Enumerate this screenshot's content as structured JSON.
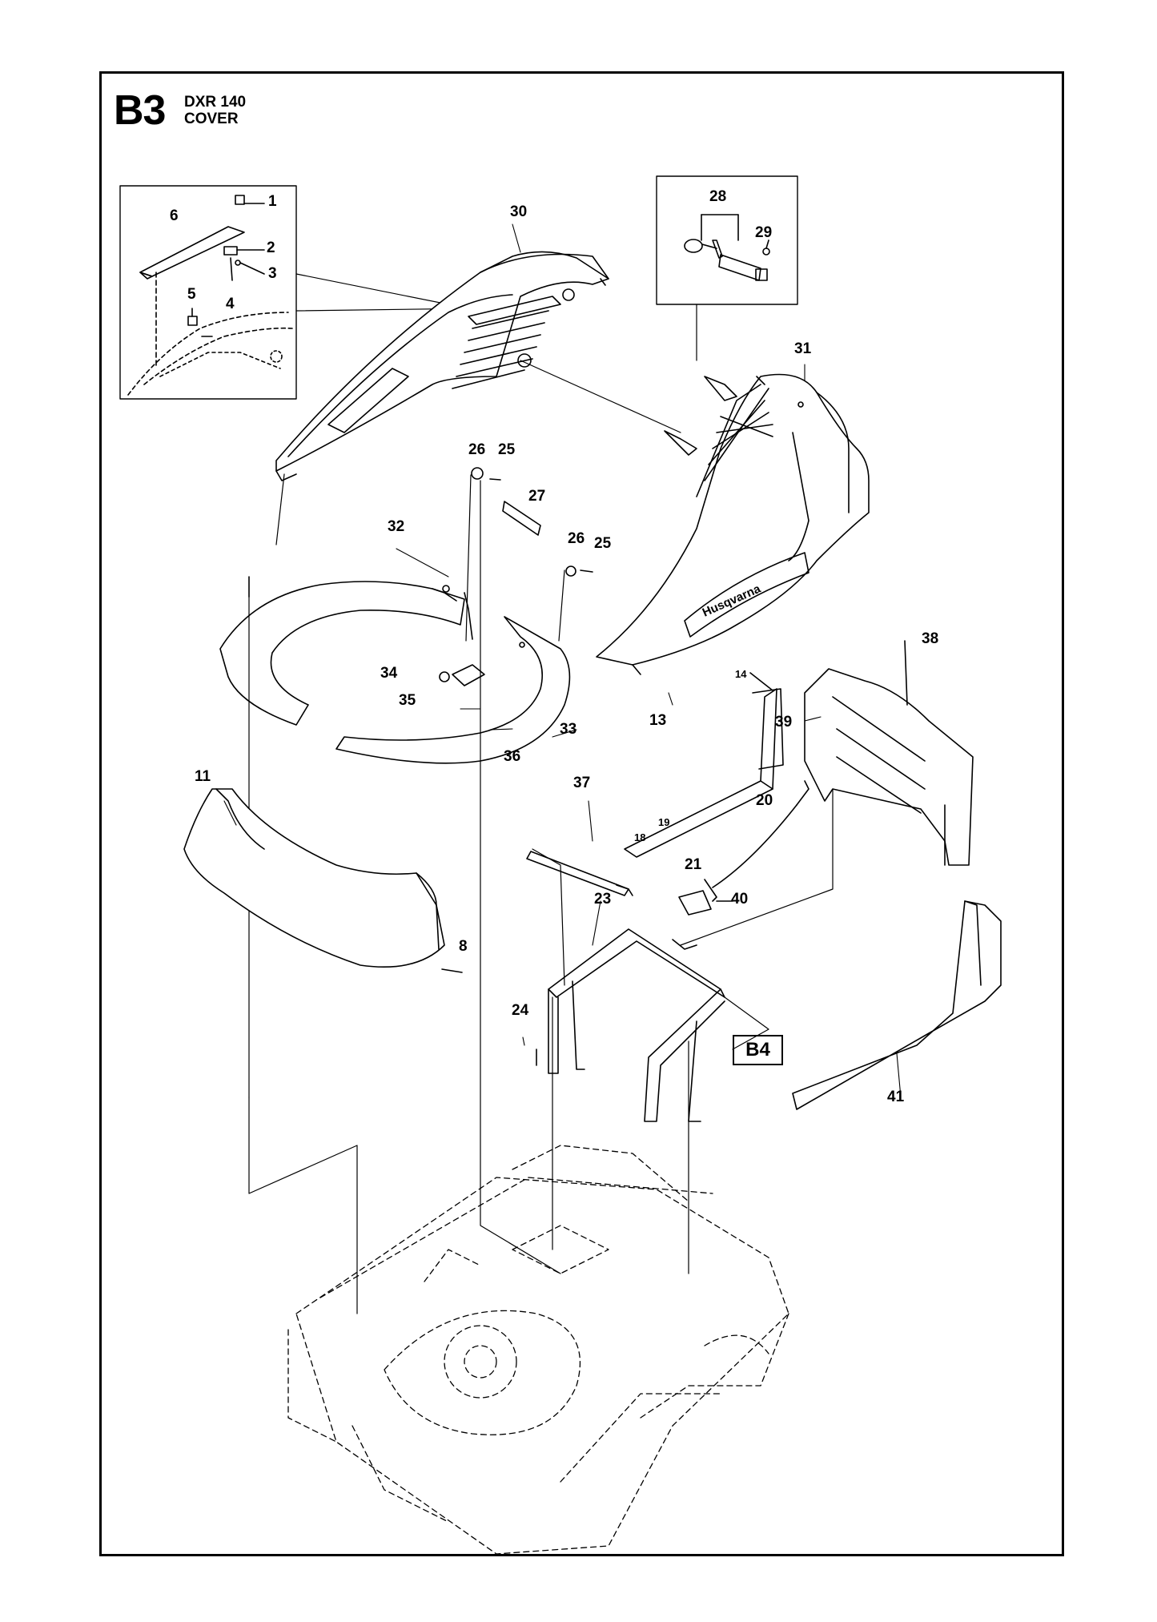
{
  "header": {
    "code": "B3",
    "model": "DXR 140",
    "section": "COVER"
  },
  "reference_box": "B4",
  "parts": [
    {
      "id": "p1",
      "label": "1"
    },
    {
      "id": "p2",
      "label": "2"
    },
    {
      "id": "p3",
      "label": "3"
    },
    {
      "id": "p4",
      "label": "4"
    },
    {
      "id": "p5",
      "label": "5"
    },
    {
      "id": "p6",
      "label": "6"
    },
    {
      "id": "p8",
      "label": "8"
    },
    {
      "id": "p11",
      "label": "11"
    },
    {
      "id": "p13",
      "label": "13"
    },
    {
      "id": "p14",
      "label": "14"
    },
    {
      "id": "p18",
      "label": "18"
    },
    {
      "id": "p19",
      "label": "19"
    },
    {
      "id": "p20",
      "label": "20"
    },
    {
      "id": "p21",
      "label": "21"
    },
    {
      "id": "p23",
      "label": "23"
    },
    {
      "id": "p24",
      "label": "24"
    },
    {
      "id": "p25a",
      "label": "25"
    },
    {
      "id": "p25b",
      "label": "25"
    },
    {
      "id": "p26a",
      "label": "26"
    },
    {
      "id": "p26b",
      "label": "26"
    },
    {
      "id": "p27",
      "label": "27"
    },
    {
      "id": "p28",
      "label": "28"
    },
    {
      "id": "p29",
      "label": "29"
    },
    {
      "id": "p30",
      "label": "30"
    },
    {
      "id": "p31",
      "label": "31"
    },
    {
      "id": "p32",
      "label": "32"
    },
    {
      "id": "p33",
      "label": "33"
    },
    {
      "id": "p34",
      "label": "34"
    },
    {
      "id": "p35",
      "label": "35"
    },
    {
      "id": "p36",
      "label": "36"
    },
    {
      "id": "p37",
      "label": "37"
    },
    {
      "id": "p38",
      "label": "38"
    },
    {
      "id": "p39",
      "label": "39"
    },
    {
      "id": "p40",
      "label": "40"
    },
    {
      "id": "p41",
      "label": "41"
    }
  ],
  "brand_mark": "Husqvarna"
}
